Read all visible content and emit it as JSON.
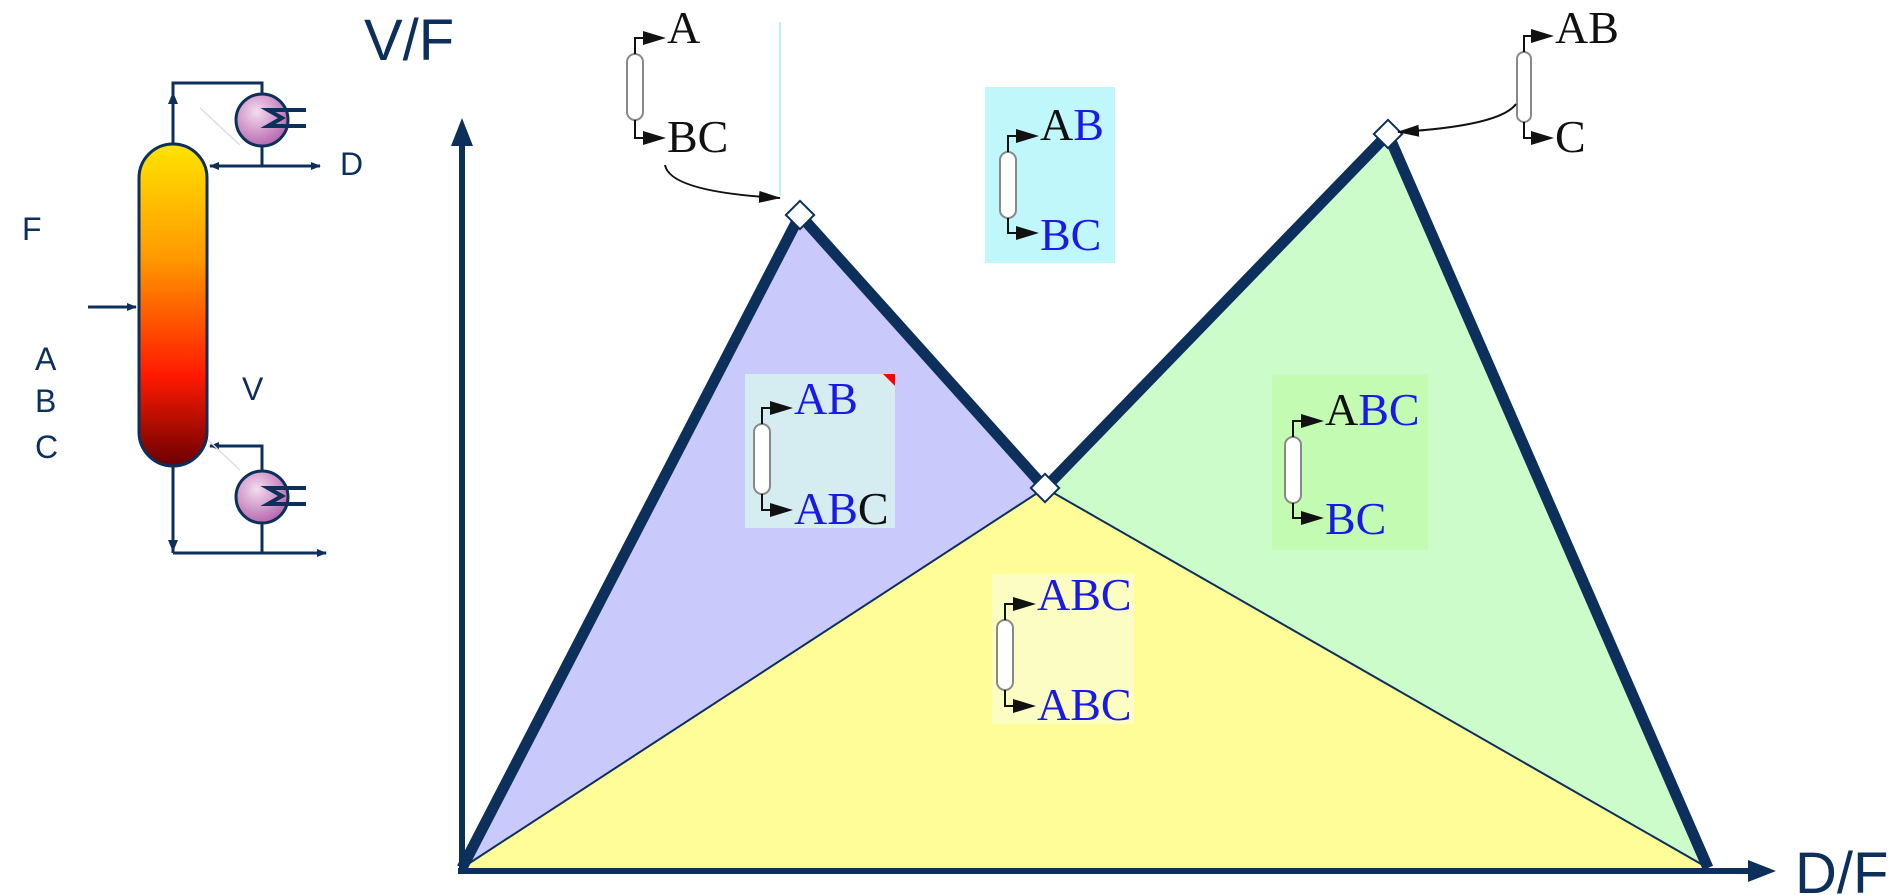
{
  "axes": {
    "y_label": "V/F",
    "x_label": "D/F"
  },
  "column": {
    "feed_label": "F",
    "feed_components": [
      "A",
      "B",
      "C"
    ],
    "distillate_label": "D",
    "vapor_label": "V"
  },
  "top_left_split": {
    "top": "A",
    "bottom": "BC"
  },
  "top_right_split": {
    "top": "AB",
    "bottom": "C"
  },
  "regions": {
    "cyan": {
      "top": [
        {
          "t": "A",
          "c": "k"
        },
        {
          "t": "B",
          "c": "b"
        }
      ],
      "bottom": [
        {
          "t": "BC",
          "c": "b"
        }
      ]
    },
    "purple": {
      "top": [
        {
          "t": "AB",
          "c": "b"
        }
      ],
      "bottom": [
        {
          "t": "AB",
          "c": "b"
        },
        {
          "t": "C",
          "c": "k"
        }
      ]
    },
    "green": {
      "top": [
        {
          "t": "A",
          "c": "k"
        },
        {
          "t": "BC",
          "c": "b"
        }
      ],
      "bottom": [
        {
          "t": "BC",
          "c": "b"
        }
      ]
    },
    "yellow": {
      "top": [
        {
          "t": "ABC",
          "c": "b"
        }
      ],
      "bottom": [
        {
          "t": "ABC",
          "c": "b"
        }
      ]
    }
  },
  "colors": {
    "axis": "#0d2f5c",
    "purple_region": "#c9c9fb",
    "green_region": "#ccfcca",
    "yellow_region": "#fefd98",
    "cyan_box": "#c0f7fb",
    "purple_box": "#d5ecf0",
    "green_box": "#c2fbb1",
    "yellow_box": "#fcfdc3",
    "column_top": "#ffe400",
    "column_bottom": "#6b0000",
    "exchanger": "#c07ab7"
  }
}
